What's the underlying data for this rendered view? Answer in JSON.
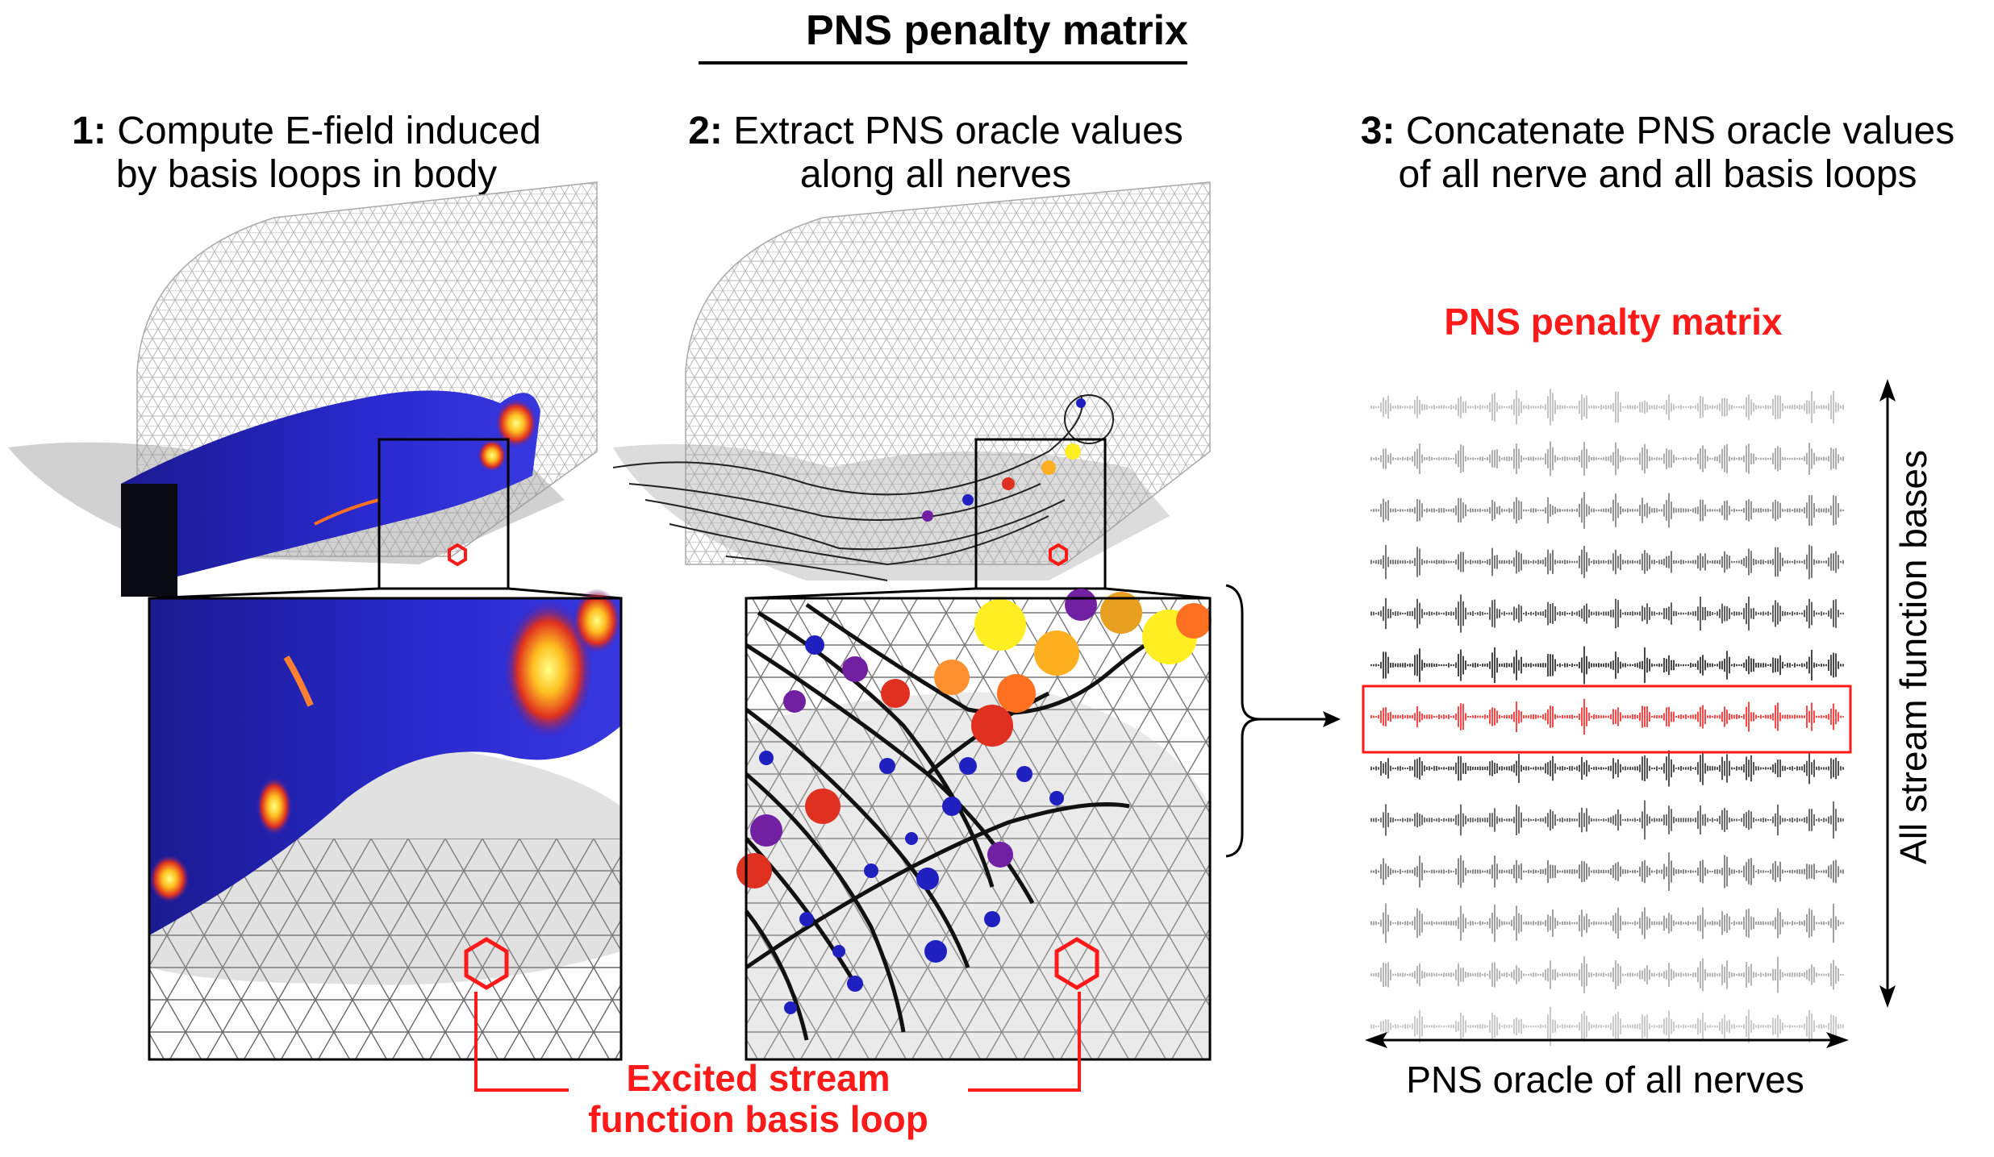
{
  "title": "PNS penalty matrix",
  "steps": [
    {
      "num": "1:",
      "line1": "Compute E-field induced",
      "line2": "by basis loops in body"
    },
    {
      "num": "2:",
      "line1": "Extract PNS oracle values",
      "line2": "along all nerves"
    },
    {
      "num": "3:",
      "line1": "Concatenate PNS oracle values",
      "line2": "of all nerve and all basis loops"
    }
  ],
  "matrix_title": "PNS penalty matrix",
  "excited_label": {
    "line1": "Excited stream",
    "line2": "function basis loop"
  },
  "x_axis_label": "PNS oracle of all nerves",
  "y_axis_label": "All stream function bases",
  "colors": {
    "accent": "#ff1a1a",
    "mesh": "#bbbbbb",
    "efield_low": "#1a1aa8",
    "efield_high": "#ffee55"
  },
  "signal_rows": [
    {
      "color": "#b5b5b5"
    },
    {
      "color": "#9a9a9a"
    },
    {
      "color": "#7a7a7a"
    },
    {
      "color": "#5a5a5a"
    },
    {
      "color": "#3a3a3a"
    },
    {
      "color": "#1a1a1a"
    },
    {
      "color": "#ff1a1a",
      "highlighted": true
    },
    {
      "color": "#2a2a2a"
    },
    {
      "color": "#4a4a4a"
    },
    {
      "color": "#6a6a6a"
    },
    {
      "color": "#8a8a8a"
    },
    {
      "color": "#a5a5a5"
    },
    {
      "color": "#bdbdbd"
    }
  ]
}
